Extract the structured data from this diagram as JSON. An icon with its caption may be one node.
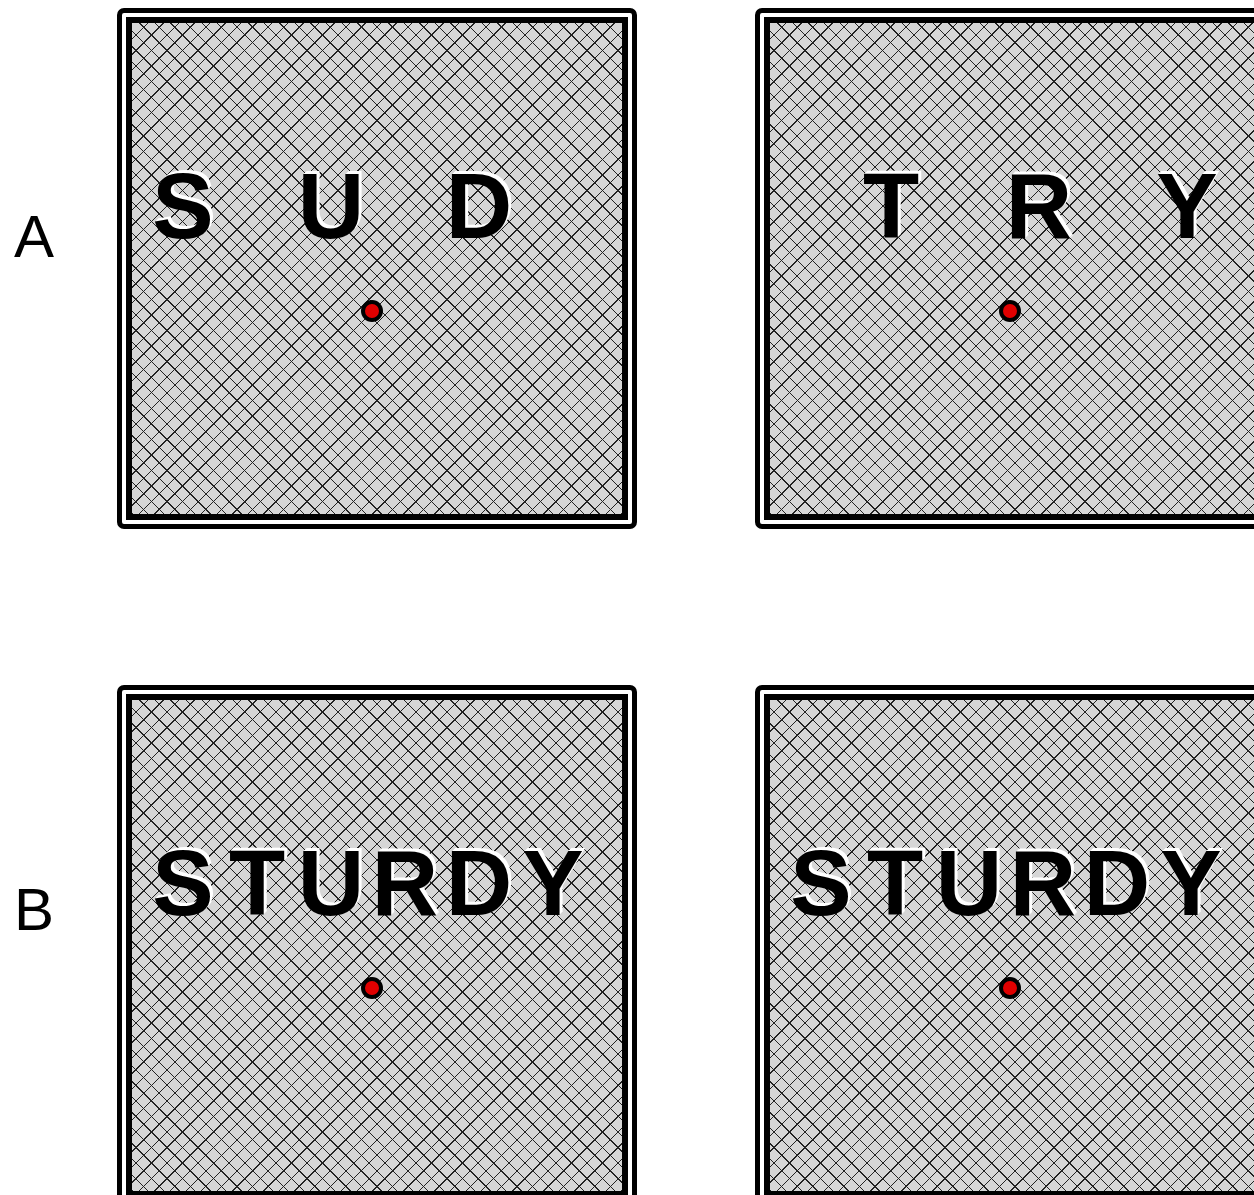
{
  "diagram": {
    "nodes": [
      {
        "text": [
          "S U D"
        ]
      },
      {
        "text": [
          "T R Y"
        ]
      },
      {
        "text": [
          "STURDY"
        ]
      },
      {
        "text": [
          "STURDY"
        ]
      }
    ],
    "labels": [
      "A",
      "B"
    ]
  }
}
